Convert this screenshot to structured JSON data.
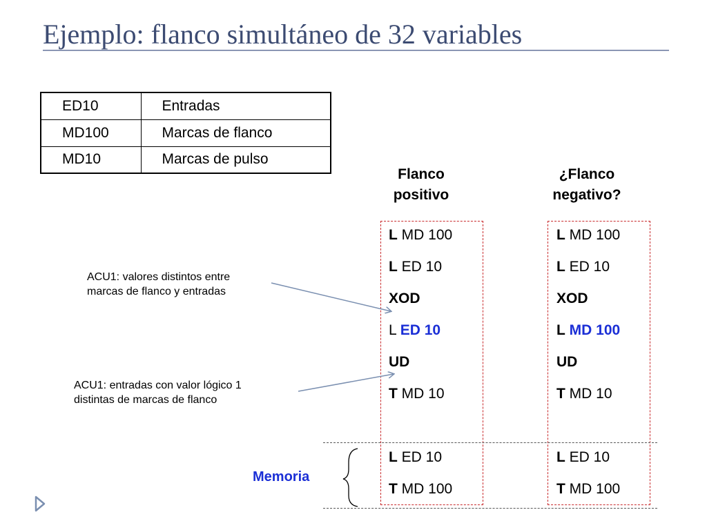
{
  "title": "Ejemplo: flanco simultáneo de 32 variables",
  "table": [
    {
      "code": "ED10",
      "desc": "Entradas"
    },
    {
      "code": "MD100",
      "desc": "Marcas de flanco"
    },
    {
      "code": "MD10",
      "desc": "Marcas de pulso"
    }
  ],
  "positive": {
    "heading_line1": "Flanco",
    "heading_line2": "positivo",
    "lines": [
      {
        "op": "L",
        "arg": "MD 100"
      },
      {
        "op": "L",
        "arg": "ED 10"
      },
      {
        "op": "XOD",
        "arg": ""
      },
      {
        "op": "L",
        "arg": "ED 10"
      },
      {
        "op": "UD",
        "arg": ""
      },
      {
        "op": "T",
        "arg": "MD 10"
      },
      {
        "op": "L",
        "arg": "ED 10"
      },
      {
        "op": "T",
        "arg": "MD 100"
      }
    ]
  },
  "negative": {
    "heading_line1": "¿Flanco",
    "heading_line2": "negativo?",
    "lines": [
      {
        "op": "L",
        "arg": "MD 100"
      },
      {
        "op": "L",
        "arg": "ED 10"
      },
      {
        "op": "XOD",
        "arg": ""
      },
      {
        "op": "L",
        "arg": "MD 100"
      },
      {
        "op": "UD",
        "arg": ""
      },
      {
        "op": "T",
        "arg": "MD 10"
      },
      {
        "op": "L",
        "arg": "ED 10"
      },
      {
        "op": "T",
        "arg": "MD 100"
      }
    ]
  },
  "notes": {
    "note1_line1": "ACU1: valores distintos entre",
    "note1_line2": "marcas de flanco y entradas",
    "note2_line1": "ACU1: entradas con valor lógico 1",
    "note2_line2": "distintas de marcas de flanco"
  },
  "memoria_label": "Memoria",
  "colors": {
    "title": "#3c4b72",
    "highlight": "#1b2fd6",
    "box": "#c8282a",
    "arrow": "#7a8fb0"
  }
}
